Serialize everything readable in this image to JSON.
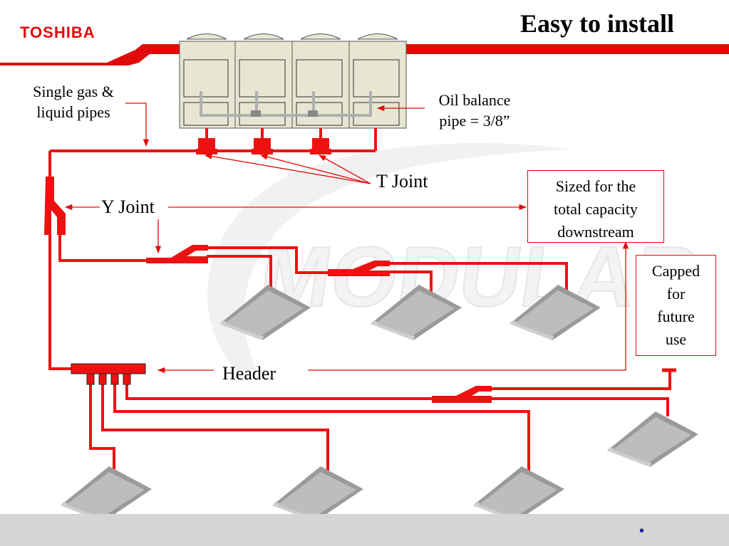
{
  "brand": {
    "logo_text": "TOSHIBA",
    "color": "#e10a0a"
  },
  "title": "Easy to install",
  "watermark_text": "MODULAR",
  "labels": {
    "single_gas_line1": "Single gas &",
    "single_gas_line2": "liquid pipes",
    "oil_line1": "Oil balance",
    "oil_line2": "pipe = 3/8”",
    "t_joint": "T Joint",
    "y_joint": "Y Joint",
    "header": "Header"
  },
  "callouts": {
    "sized_lines": [
      "Sized for the",
      "total capacity",
      "downstream"
    ],
    "capped_lines": [
      "Capped",
      "for",
      "future",
      "use"
    ]
  },
  "colors": {
    "pipe": "#ee1111",
    "oil_pipe": "#b0b0b0",
    "unit_body": "#e6e6d2",
    "cassette": "#8a8a8a"
  },
  "footer": {
    "dot": "•"
  }
}
